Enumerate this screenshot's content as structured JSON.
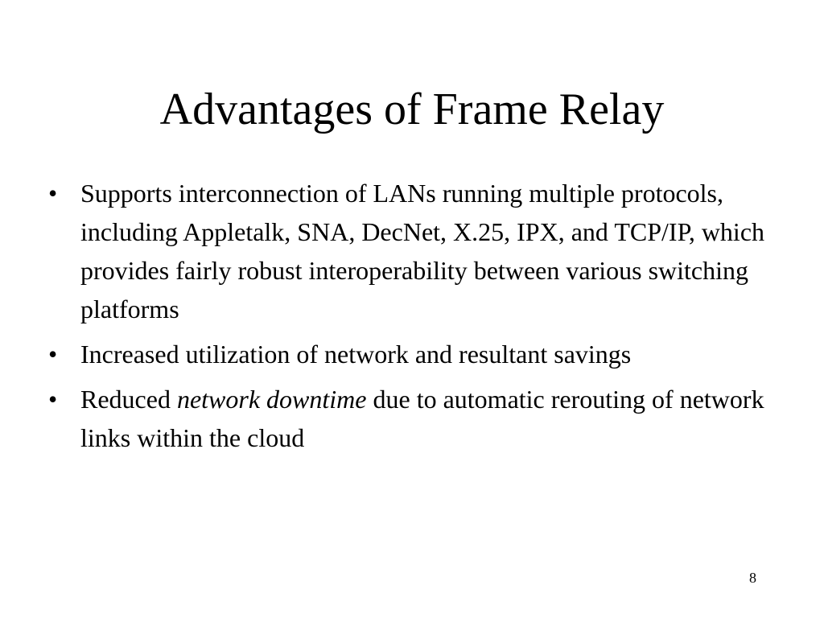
{
  "slide": {
    "title": "Advantages of Frame Relay",
    "bullet_symbol": "•",
    "bullets": [
      {
        "text": "Supports interconnection of LANs running multiple protocols, including Appletalk, SNA, DecNet, X.25, IPX, and TCP/IP, which provides fairly robust interoperability between various switching platforms"
      },
      {
        "text": "Increased utilization of network and resultant savings"
      },
      {
        "text_before": "Reduced ",
        "text_italic": "network downtime",
        "text_after": " due to automatic rerouting of network links within the cloud"
      }
    ],
    "page_number": "8"
  }
}
